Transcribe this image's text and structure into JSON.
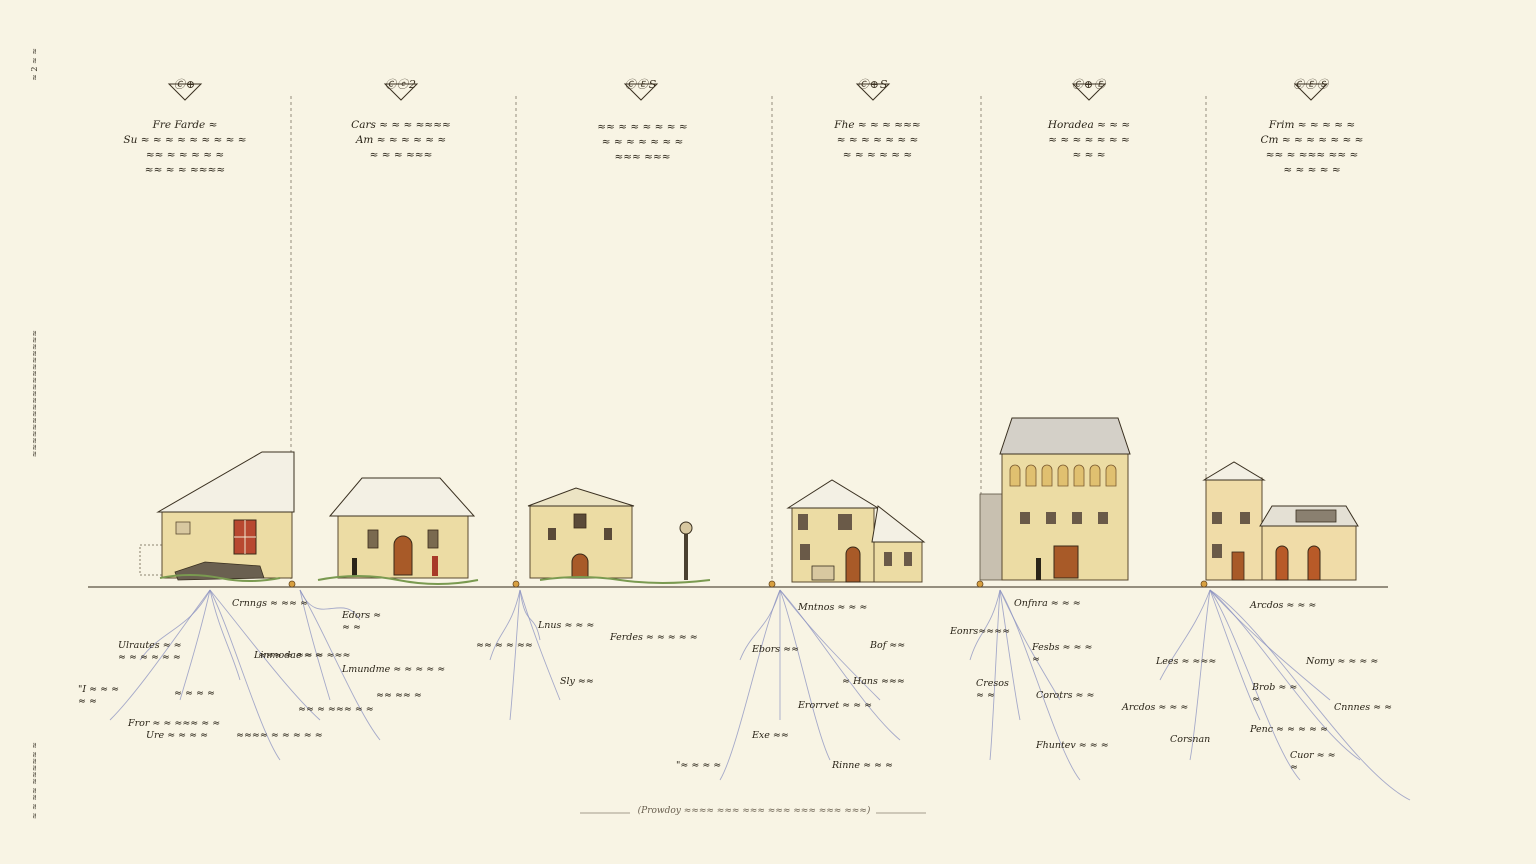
{
  "margin_notes": [
    "≈ 2 ≈ ≈",
    "≈≈≈≈≈≈≈≈≈≈≈≈≈≈≈≈≈≈≈",
    "≈ ≈ ≈≈ ≈≈≈≈≈ ≈"
  ],
  "columns": [
    {
      "period": "Ⓒ⊕",
      "header": [
        "Fre Farde ≈",
        "Su ≈ ≈ ≈ ≈ ≈ ≈ ≈ ≈ ≈",
        "≈≈ ≈ ≈ ≈ ≈ ≈",
        "≈≈ ≈ ≈ ≈≈≈≈"
      ],
      "roots": [
        "Crnngs ≈ ≈≈ ≈",
        "Ulrautes ≈ ≈ ≈ ≈ ≈ ≈ ≈ ≈",
        "\"I ≈ ≈ ≈ ≈ ≈",
        "≈ ≈ ≈ ≈",
        "Fror ≈ ≈ ≈≈≈ ≈ ≈",
        "Ure ≈ ≈ ≈ ≈",
        "≈≈≈ ≈ ≈≈ ≈",
        "≈≈ ≈ ≈≈≈ ≈ ≈",
        "≈≈≈≈ ≈ ≈ ≈ ≈ ≈"
      ]
    },
    {
      "period": "Ⓒⓔ2",
      "header": [
        "Cars ≈ ≈ ≈ ≈≈≈≈",
        "Am ≈ ≈ ≈ ≈ ≈ ≈",
        "≈ ≈ ≈ ≈≈≈"
      ],
      "roots": [
        "Edors ≈ ≈ ≈",
        "Linmodae ≈ ≈ ≈≈≈",
        "Lmundme ≈ ≈ ≈ ≈ ≈",
        "≈≈ ≈≈ ≈"
      ]
    },
    {
      "period": "ⒸⒺS",
      "header": [
        "≈≈ ≈ ≈ ≈ ≈ ≈ ≈",
        "≈ ≈ ≈ ≈ ≈ ≈ ≈",
        "≈≈≈ ≈≈≈"
      ],
      "roots": [
        "Lnus ≈ ≈ ≈",
        "≈≈ ≈ ≈ ≈≈",
        "Ferdes ≈ ≈ ≈ ≈ ≈",
        "Sly ≈≈"
      ]
    },
    {
      "period": "Ⓒ⊕S",
      "header": [
        "Fhe ≈ ≈ ≈ ≈≈≈",
        "≈ ≈ ≈ ≈ ≈ ≈ ≈",
        "≈ ≈ ≈ ≈ ≈ ≈"
      ],
      "roots": [
        "Mntnos ≈ ≈ ≈",
        "Ebors ≈≈",
        "Bof ≈≈",
        "≈ Hans ≈≈≈",
        "Erorrvet ≈ ≈ ≈",
        "Exe ≈≈",
        "\"≈ ≈ ≈ ≈",
        "Rinne ≈ ≈ ≈"
      ]
    },
    {
      "period": "Ⓒ⊕Ⓔ",
      "header": [
        "Horadea ≈ ≈ ≈",
        "≈ ≈ ≈ ≈ ≈ ≈ ≈",
        "≈ ≈ ≈"
      ],
      "roots": [
        "Onfnra ≈ ≈ ≈",
        "Eonrs≈≈≈≈",
        "Fesbs ≈ ≈ ≈ ≈",
        "Cresos ≈ ≈",
        "Corotrs ≈ ≈",
        "Fhuntev ≈ ≈ ≈"
      ]
    },
    {
      "period": "ⒸⒺⓈ",
      "header": [
        "Frim ≈ ≈ ≈ ≈ ≈",
        "Cm ≈ ≈ ≈ ≈ ≈ ≈ ≈",
        "≈≈ ≈ ≈≈≈ ≈≈ ≈",
        "≈ ≈ ≈ ≈ ≈"
      ],
      "roots": [
        "Arcdos ≈ ≈ ≈",
        "Lees ≈ ≈≈≈",
        "Nomy ≈ ≈ ≈ ≈",
        "Brob ≈ ≈ ≈",
        "Arcdos ≈ ≈ ≈",
        "Corsnan",
        "Cnnnes ≈ ≈",
        "Penc ≈ ≈ ≈ ≈ ≈",
        "Cuor ≈ ≈ ≈"
      ]
    }
  ],
  "caption": "(Prowdoy ≈≈≈≈ ≈≈≈ ≈≈≈ ≈≈≈ ≈≈≈ ≈≈≈ ≈≈≈)",
  "colors": {
    "paper": "#f8f4e4",
    "ink": "#2a2418",
    "wall": "#e8d8a0",
    "roof": "#f2efe4",
    "root_blue": "#8a90c0"
  }
}
